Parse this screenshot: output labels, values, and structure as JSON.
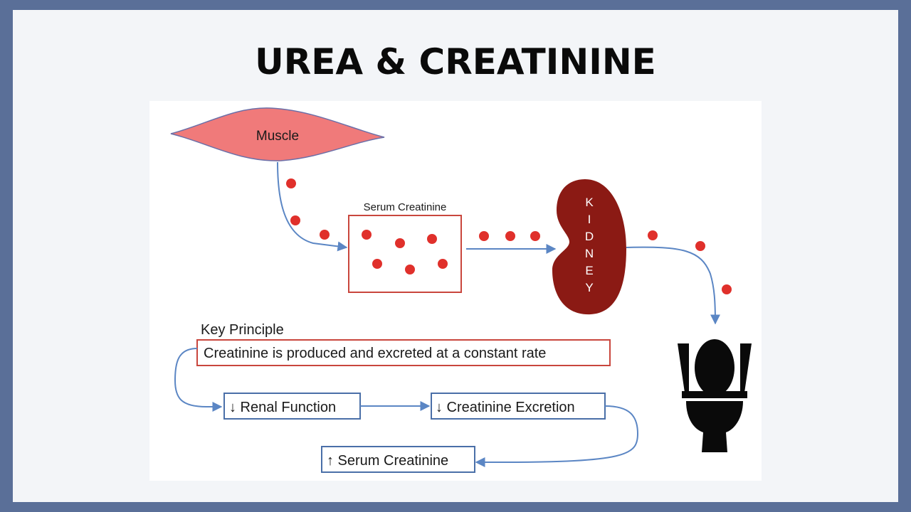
{
  "title": "UREA & CREATININE",
  "diagram": {
    "muscle_label": "Muscle",
    "serum_box_label": "Serum Creatinine",
    "kidney_letters": [
      "K",
      "I",
      "D",
      "N",
      "E",
      "Y"
    ],
    "key_principle_heading": "Key Principle",
    "key_principle_text": "Creatinine is produced and excreted at a constant rate",
    "renal_function": "↓ Renal Function",
    "creatinine_excretion": "↓ Creatinine Excretion",
    "serum_creatinine_up": "↑ Serum Creatinine"
  },
  "colors": {
    "muscle_fill": "#f07a7a",
    "dot": "#e0302b",
    "kidney": "#8b1a14",
    "arrow": "#5b86c4",
    "red_box": "#c9463d",
    "blue_box": "#4a6fa8"
  },
  "icons": [
    "toilet-icon"
  ]
}
